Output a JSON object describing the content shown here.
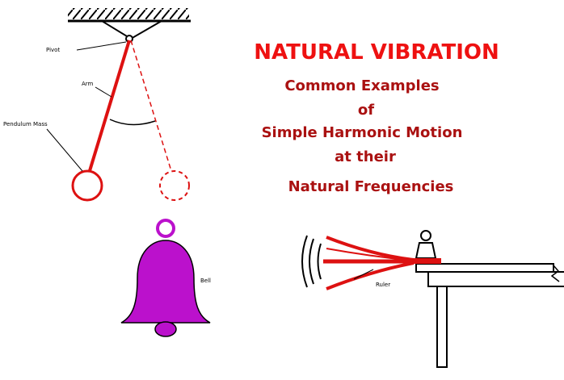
{
  "title": {
    "main": "NATURAL VIBRATION",
    "lines": [
      "Common Examples",
      "of",
      "Simple Harmonic Motion",
      "at their",
      "Natural Frequencies"
    ]
  },
  "labels": {
    "pivot": "Pivot",
    "arm": "Arm",
    "pendulum_mass": "Pendulum Mass",
    "bell": "Bell",
    "ruler": "Ruler"
  },
  "colors": {
    "title_main": "#ee1111",
    "title_sub": "#aa1111",
    "pendulum": "#dd1111",
    "bell": "#bb11cc",
    "ruler": "#dd1111"
  },
  "icons": [
    "pendulum-diagram",
    "bell-icon",
    "vibrating-ruler-diagram",
    "weight-icon"
  ]
}
